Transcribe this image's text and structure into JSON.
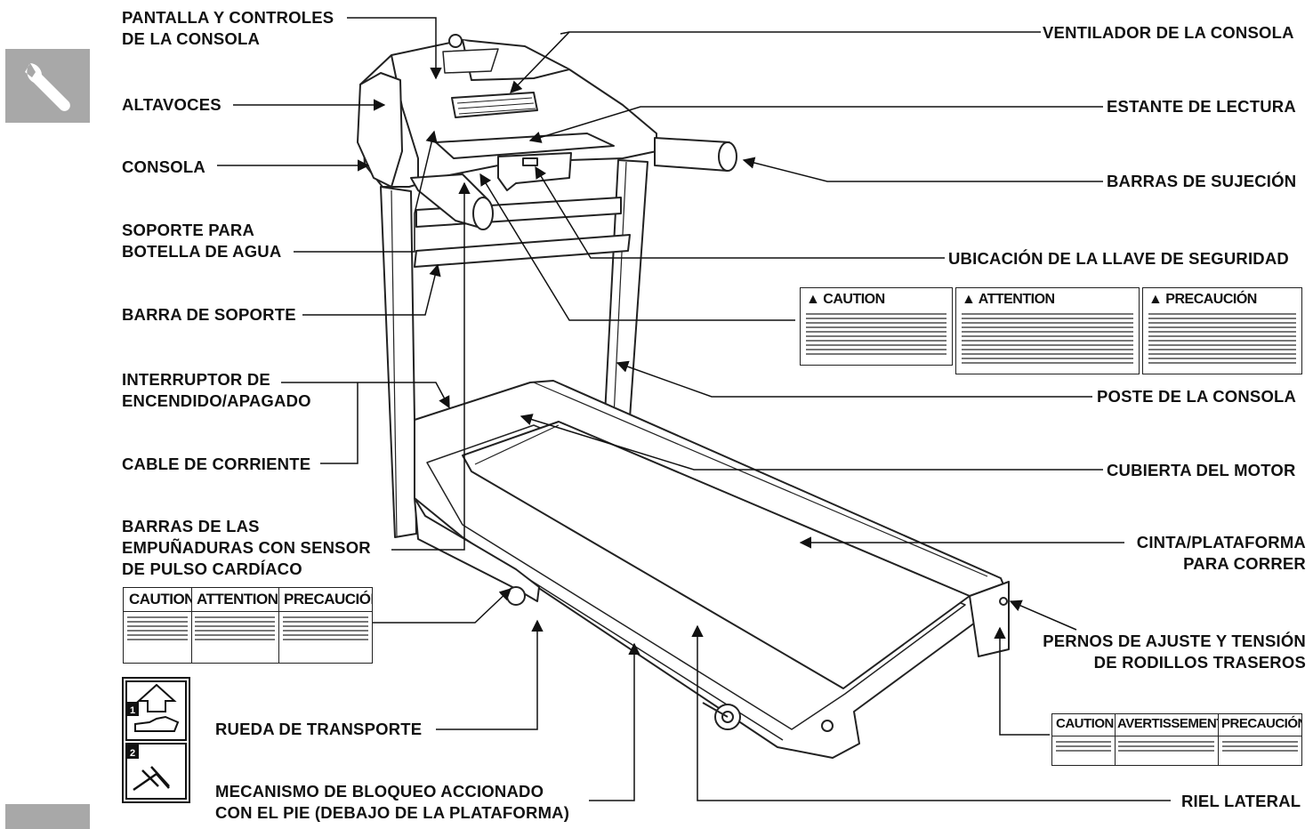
{
  "labels": {
    "pantalla": "PANTALLA Y CONTROLES\nDE LA CONSOLA",
    "altavoces": "ALTAVOCES",
    "consola": "CONSOLA",
    "soporte_botella": "SOPORTE PARA\nBOTELLA DE AGUA",
    "barra_soporte": "BARRA DE SOPORTE",
    "interruptor": "INTERRUPTOR DE\nENCENDIDO/APAGADO",
    "cable": "CABLE DE CORRIENTE",
    "barras_empunaduras": "BARRAS DE LAS\nEMPUÑADURAS CON SENSOR\nDE PULSO CARDÍACO",
    "rueda": "RUEDA DE TRANSPORTE",
    "mecanismo": "MECANISMO DE BLOQUEO ACCIONADO\nCON EL PIE (DEBAJO DE LA PLATAFORMA)",
    "ventilador": "VENTILADOR DE LA CONSOLA",
    "estante": "ESTANTE DE LECTURA",
    "barras_sujecion": "BARRAS DE SUJECIÓN",
    "llave": "UBICACIÓN DE LA LLAVE DE SEGURIDAD",
    "poste": "POSTE DE LA CONSOLA",
    "cubierta": "CUBIERTA DEL MOTOR",
    "cinta": "CINTA/PLATAFORMA\nPARA CORRER",
    "pernos": "PERNOS DE AJUSTE Y TENSIÓN\nDE RODILLOS TRASEROS",
    "riel": "RIEL LATERAL"
  },
  "warnings": {
    "console_decal": [
      "CAUTION",
      "ATTENTION",
      "PRECAUCIÓN"
    ],
    "grip_decal": [
      "CAUTION",
      "ATTENTION",
      "PRECAUCIÓN"
    ],
    "roller_decal": [
      "CAUTION",
      "AVERTISSEMENT",
      "PRECAUCIÓN"
    ]
  },
  "foot_lock_steps": [
    "1",
    "2"
  ],
  "icons": {
    "section_tab": "wrench-icon",
    "warning": "warning-triangle-icon",
    "foot_lock": "foot-pedal-icon"
  },
  "colors": {
    "line": "#111111",
    "tab": "#a8a8a8"
  }
}
